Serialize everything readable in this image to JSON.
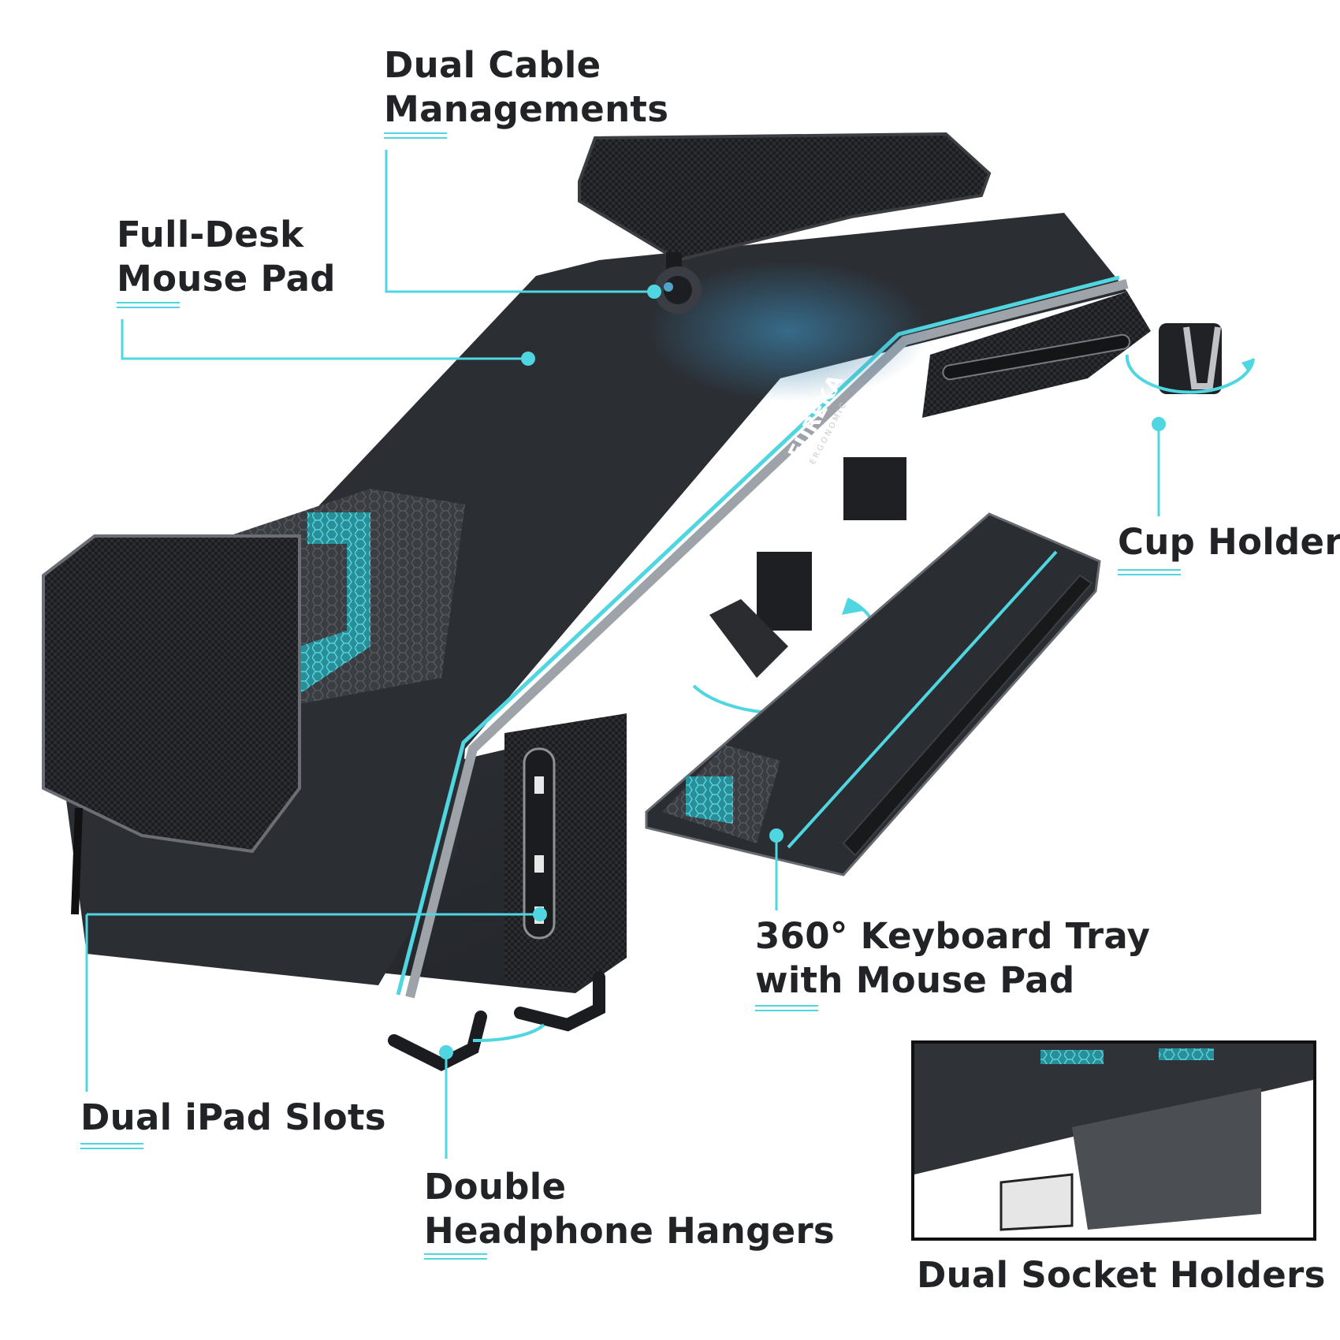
{
  "colors": {
    "accent": "#4fd6e0",
    "text": "#222326",
    "desk_top": "#2a2d31",
    "carbon": "#1b1c1e",
    "frame": "#4a4d52"
  },
  "callouts": {
    "dual_cable": {
      "line1": "Dual Cable",
      "line2": "Managements"
    },
    "full_desk": {
      "line1": "Full-Desk",
      "line2": "Mouse Pad"
    },
    "cup_holder": {
      "line1": "Cup Holder"
    },
    "keyboard_tray": {
      "line1": "360° Keyboard Tray",
      "line2": "with Mouse Pad"
    },
    "ipad_slots": {
      "line1": "Dual iPad Slots"
    },
    "headphone": {
      "line1": "Double",
      "line2": "Headphone Hangers"
    },
    "socket": {
      "line1": "Dual Socket Holders"
    }
  },
  "brand": {
    "logo_text": "EUREKA",
    "logo_sub": "ERGONOMIC"
  }
}
